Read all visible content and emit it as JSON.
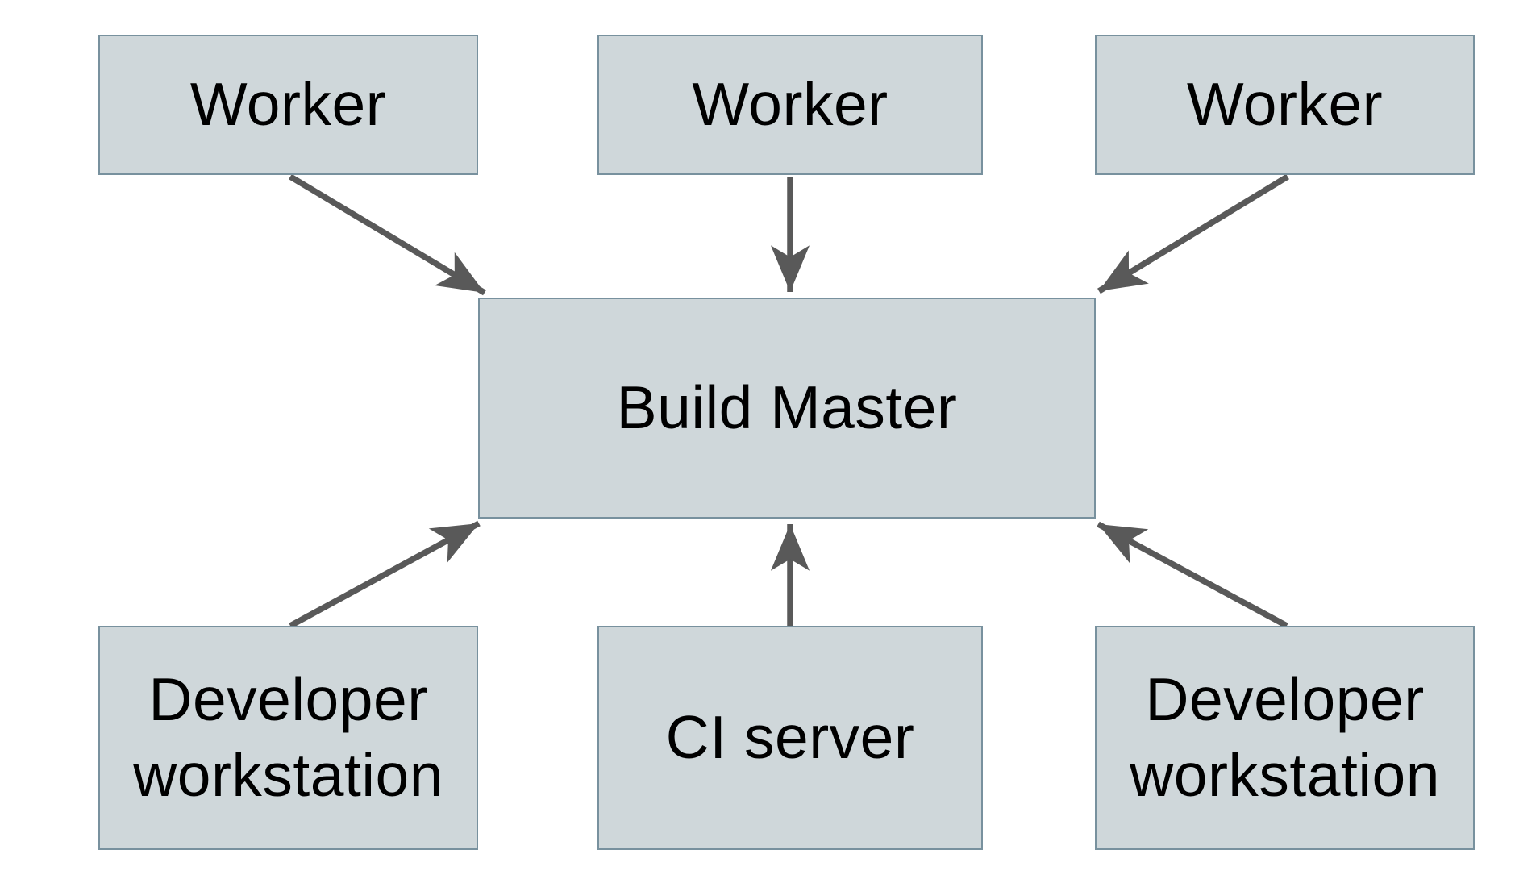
{
  "diagram": {
    "colors": {
      "node_fill": "#cfd7da",
      "node_border": "#78919e",
      "arrow": "#595959",
      "label_text": "#000000",
      "background": "#ffffff"
    },
    "nodes": [
      {
        "id": "worker-1",
        "label": "Worker"
      },
      {
        "id": "worker-2",
        "label": "Worker"
      },
      {
        "id": "worker-3",
        "label": "Worker"
      },
      {
        "id": "build-master",
        "label": "Build Master"
      },
      {
        "id": "developer-workstation-left",
        "label": "Developer workstation"
      },
      {
        "id": "ci-server",
        "label": "CI server"
      },
      {
        "id": "developer-workstation-right",
        "label": "Developer workstation"
      }
    ],
    "edges": [
      {
        "from": "worker-1",
        "to": "build-master"
      },
      {
        "from": "worker-2",
        "to": "build-master"
      },
      {
        "from": "worker-3",
        "to": "build-master"
      },
      {
        "from": "developer-workstation-left",
        "to": "build-master"
      },
      {
        "from": "ci-server",
        "to": "build-master"
      },
      {
        "from": "developer-workstation-right",
        "to": "build-master"
      }
    ]
  }
}
